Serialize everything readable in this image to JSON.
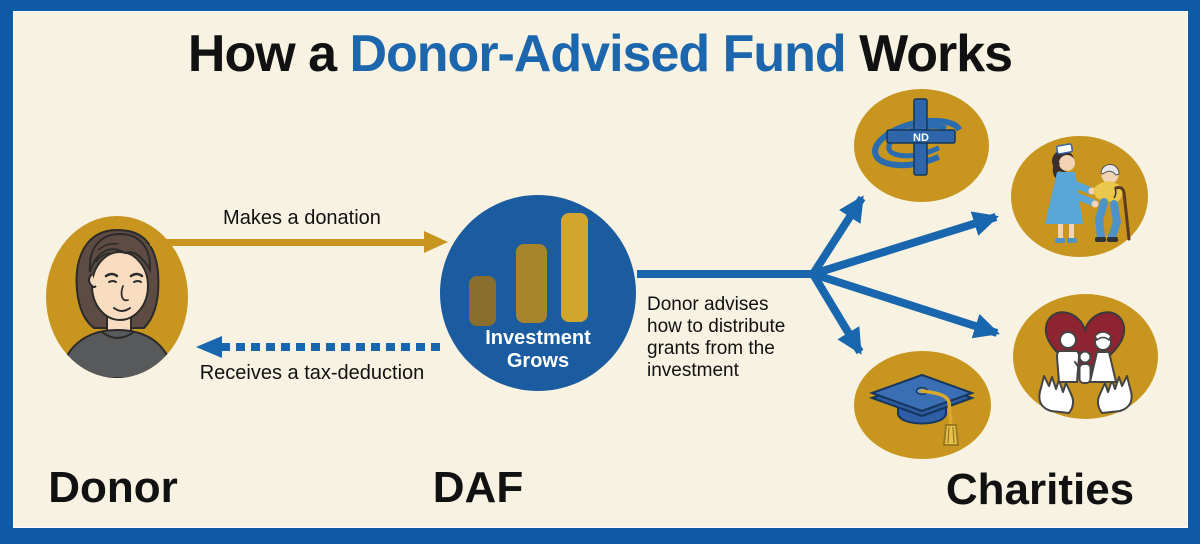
{
  "title": {
    "prefix": "How a ",
    "highlight": "Donor-Advised Fund",
    "suffix": " Works"
  },
  "nodes": {
    "donor": {
      "label": "Donor"
    },
    "daf": {
      "label": "DAF",
      "caption_line1": "Investment",
      "caption_line2": "Grows"
    },
    "charities": {
      "label": "Charities",
      "items": [
        {
          "icon": "religious-organization-logo",
          "logo_text": "ND"
        },
        {
          "icon": "nurse-helping-elderly"
        },
        {
          "icon": "family-in-caring-hands"
        },
        {
          "icon": "graduation-cap"
        }
      ]
    }
  },
  "flows": {
    "donation": {
      "label": "Makes a donation"
    },
    "tax_deduction": {
      "label": "Receives a tax-deduction"
    },
    "grants": {
      "label": "Donor advises how to distribute grants from the investment",
      "lines": [
        "Donor advises",
        "how to distribute",
        "grants from the",
        "investment"
      ]
    }
  },
  "colors": {
    "background": "#F7F2E1",
    "frame_border": "#0E5AA4",
    "accent_blue": "#1766AE",
    "title_blue": "#1B66AD",
    "gold": "#C8951F",
    "daf_blue": "#1A5C9F",
    "bar_dark": "#8A6E2E",
    "bar_mid": "#A8842B",
    "bar_bright": "#D2A62E",
    "heart_red": "#8E2332",
    "text": "#111111"
  }
}
